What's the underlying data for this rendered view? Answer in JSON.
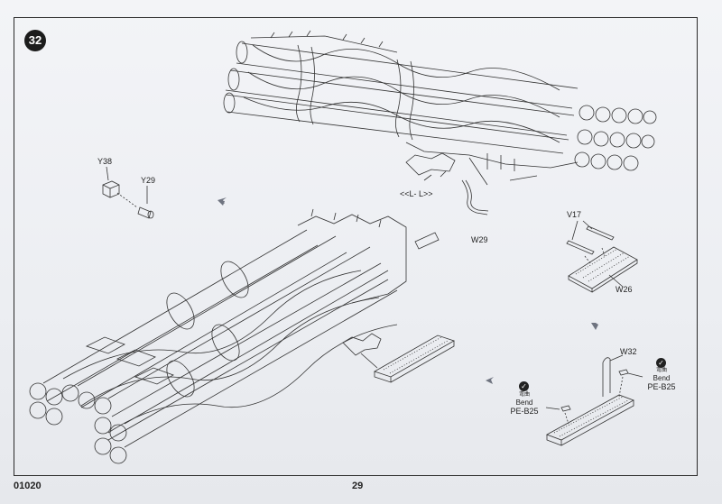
{
  "step": {
    "number": "32"
  },
  "labels": {
    "y38": "Y38",
    "y29": "Y29",
    "ll": "<<L- L>>",
    "w29": "W29",
    "v17": "V17",
    "w26": "W26",
    "w32": "W32"
  },
  "bend_left": {
    "zh": "弯曲",
    "en": "Bend",
    "part": "PE-B25"
  },
  "bend_right": {
    "zh": "弯曲",
    "en": "Bend",
    "part": "PE-B25"
  },
  "footer": {
    "code": "01020",
    "page": "29"
  },
  "colors": {
    "line": "#333333",
    "arrow": "#6f7480",
    "badge": "#1c1c1c"
  },
  "icons": {
    "check": "✓"
  }
}
